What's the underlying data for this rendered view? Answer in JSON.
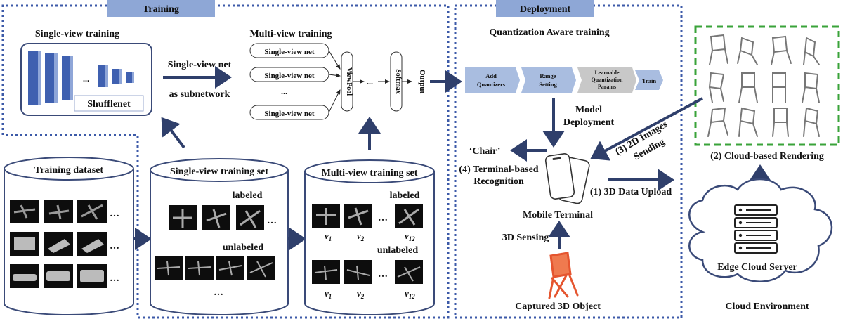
{
  "sections": {
    "training": "Training",
    "deployment": "Deployment"
  },
  "single_view": {
    "title": "Single-view training",
    "net_label": "Shufflenet",
    "dots": "...",
    "arrow_label_1": "Single-view net",
    "arrow_label_2": "as subnetwork"
  },
  "multi_view": {
    "title": "Multi-view training",
    "nets": [
      "Single-view net",
      "Single-view net",
      "...",
      "Single-view net"
    ],
    "viewpool": "ViewPool",
    "dots": "...",
    "softmax": "Softmax",
    "output": "Output"
  },
  "qat": {
    "title": "Quantization Aware training",
    "steps": [
      "Add Quantizers",
      "Range Setting",
      "Learnable Quantization Params",
      "Train"
    ]
  },
  "deployment_labels": {
    "model_deployment_1": "Model",
    "model_deployment_2": "Deployment",
    "chair_quote": "‘Chair’",
    "recognition_1": "(4) Terminal-based",
    "recognition_2": "Recognition",
    "mobile_terminal": "Mobile Terminal",
    "sensing": "3D Sensing",
    "captured": "Captured 3D Object",
    "upload": "(1) 3D Data Upload",
    "images_sending_1": "(3) 2D Images",
    "images_sending_2": "Sending"
  },
  "cloud": {
    "rendering": "(2) Cloud-based Rendering",
    "server": "Edge Cloud Server",
    "environment": "Cloud Environment"
  },
  "datasets": {
    "training_dataset": "Training dataset",
    "single_view_set": "Single-view training set",
    "multi_view_set": "Multi-view training set",
    "labeled": "labeled",
    "unlabeled": "unlabeled",
    "dots": "...",
    "view_labels": [
      "v",
      "v",
      "v"
    ],
    "view_subs": [
      "1",
      "2",
      "12"
    ]
  },
  "colors": {
    "section_tab": "#8ea7d6",
    "dashed_frame": "#3c5aa8",
    "rendering_frame": "#3aa33a",
    "arrow": "#2f3f6b",
    "qat_box": "#a9bde0",
    "qat_box_grey": "#c8c8c8",
    "chair_red": "#e5552f"
  }
}
